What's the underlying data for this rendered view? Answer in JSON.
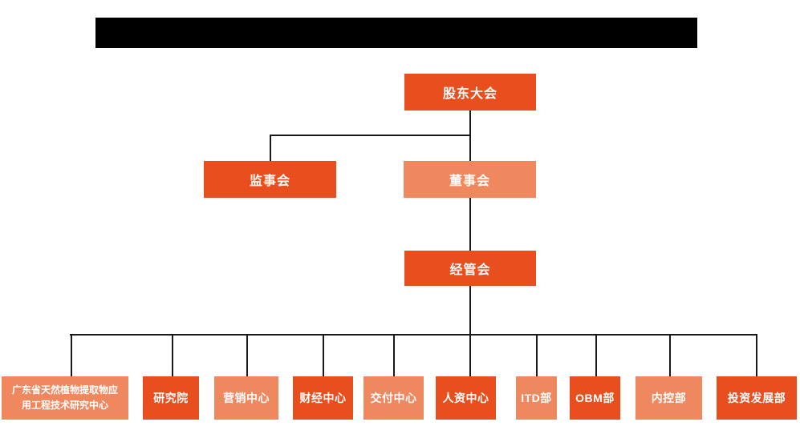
{
  "colors": {
    "box_dark": "#E94E1F",
    "box_light": "#EF875F",
    "connector_line": "#1A1A1A",
    "box_text": "#FFFFFF",
    "redaction_bar": "#000000",
    "background": "#FFFFFF"
  },
  "org_chart": {
    "shareholders_meeting": {
      "label": "股东大会"
    },
    "supervisory_board": {
      "label": "监事会"
    },
    "board_of_directors": {
      "label": "董事会"
    },
    "management_committee": {
      "label": "经管会"
    },
    "departments": [
      {
        "label": "广东省天然植物提取物应用工程技术研究中心",
        "line1": "广东省天然植物提取物应",
        "line2": "用工程技术研究中心"
      },
      {
        "label": "研究院"
      },
      {
        "label": "营销中心"
      },
      {
        "label": "财经中心"
      },
      {
        "label": "交付中心"
      },
      {
        "label": "人资中心"
      },
      {
        "label": "ITD部"
      },
      {
        "label": "OBM部"
      },
      {
        "label": "内控部"
      },
      {
        "label": "投资发展部"
      }
    ]
  }
}
